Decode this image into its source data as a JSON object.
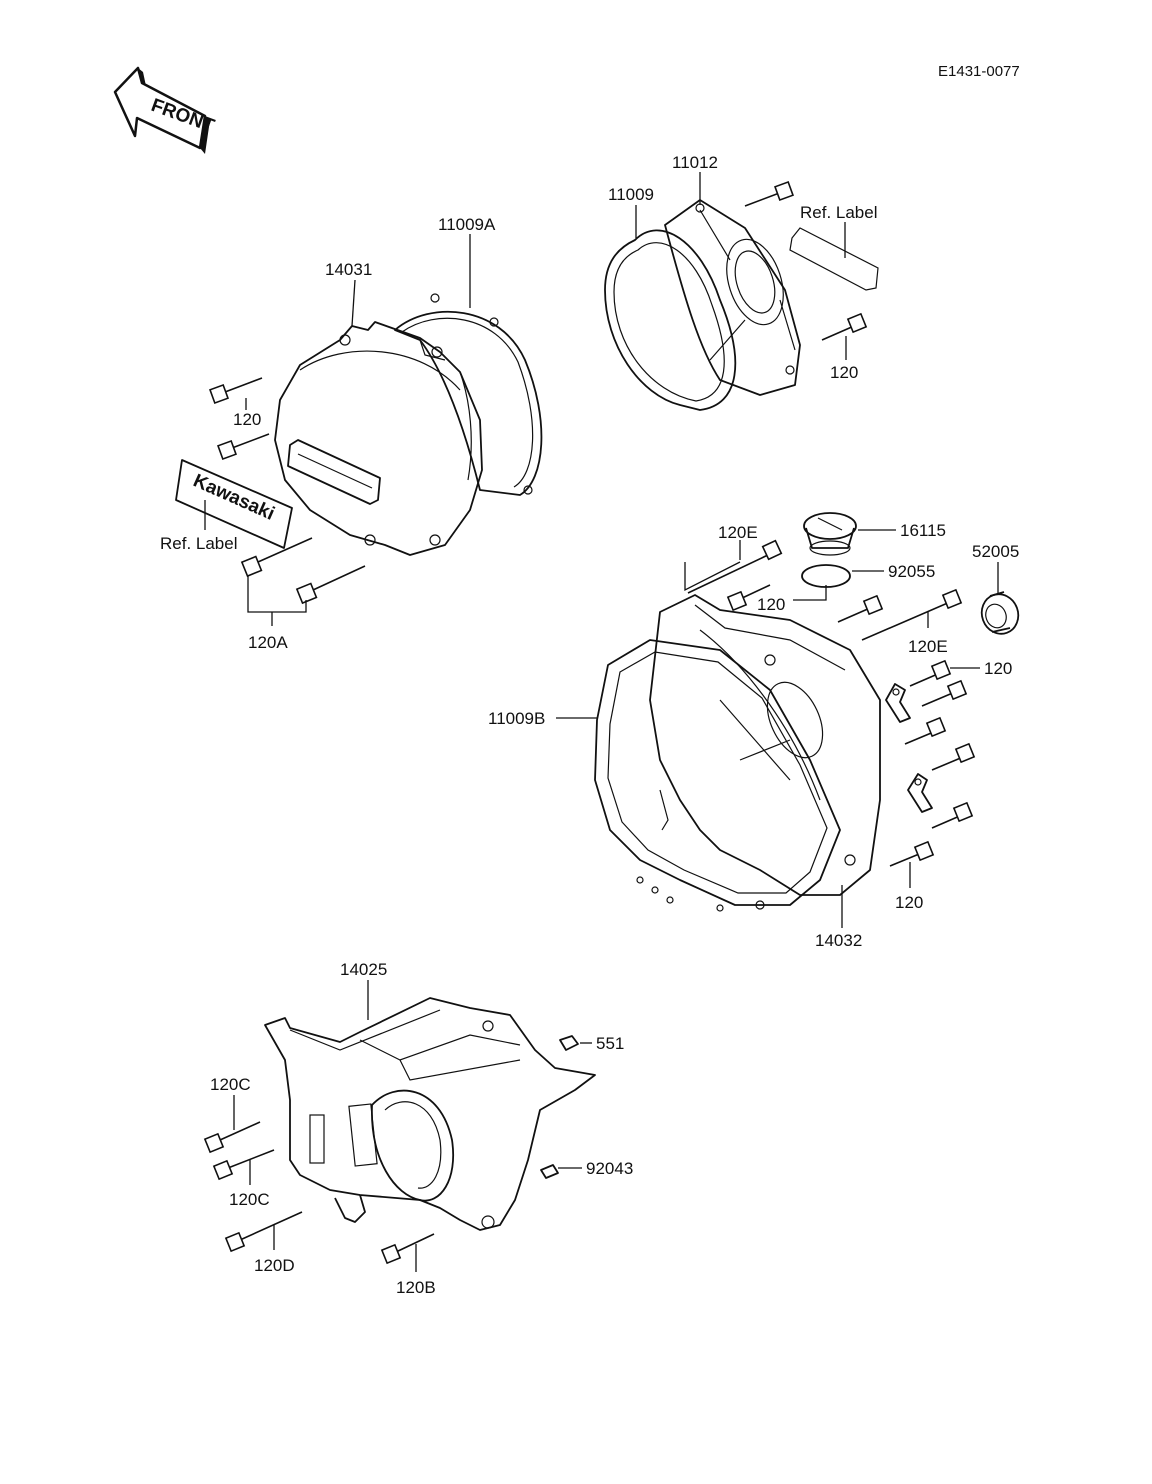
{
  "header": {
    "drawing_code": "E1431-0077",
    "front_arrow_text": "FRONT"
  },
  "labels": {
    "p14031": "14031",
    "p11009A": "11009A",
    "p120_left_upper": "120",
    "ref_label_left": "Ref.  Label",
    "kawasaki_emblem_text": "Kawasaki",
    "p120A": "120A",
    "p11009": "11009",
    "p11012": "11012",
    "ref_label_right": "Ref.  Label",
    "p120_top_right": "120",
    "p120E_top": "120E",
    "p120_mid": "120",
    "p16115": "16115",
    "p92055": "92055",
    "p52005": "52005",
    "p120E_right": "120E",
    "p120_right_a": "120",
    "p11009B": "11009B",
    "p120_right_b": "120",
    "p14032": "14032",
    "p14025": "14025",
    "p551": "551",
    "p120C_upper": "120C",
    "p120C_lower": "120C",
    "p92043": "92043",
    "p120D": "120D",
    "p120B": "120B"
  }
}
